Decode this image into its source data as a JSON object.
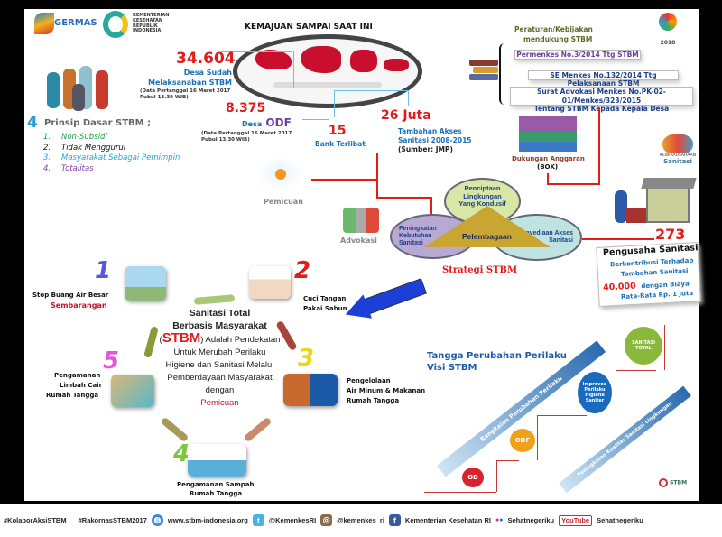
{
  "logos": {
    "germas": "GERMAS",
    "kemenkes": "KEMENTERIAN KESEHATAN REPUBLIK INDONESIA",
    "asian_games": "2018"
  },
  "map_title": "KEMAJUAN SAMPAI SAAT INI",
  "stats": {
    "desa_stbm": {
      "value": "34.604",
      "label1": "Desa Sudah",
      "label2": "Melaksanaban STBM",
      "note1": "(Data Pertanggal 16 Maret 2017",
      "note2": "Pubul 13.30 WIB)"
    },
    "desa_odf": {
      "value": "8.375",
      "label_prefix": "Desa",
      "label": "ODF",
      "note1": "(Data Pertanggal 16 Maret 2017",
      "note2": "Pubul 13.30 WIB)"
    },
    "bank": {
      "value": "15",
      "label": "Bank Terlibat"
    },
    "akses": {
      "value": "26 Juta",
      "label1": "Tambahan Akses",
      "label2": "Sanitasi 2008-2015",
      "source": "(Sumber: JMP)"
    }
  },
  "prinsip": {
    "number": "4",
    "title": "Prinsip Dasar STBM ;",
    "items": [
      {
        "n": "1.",
        "text": "Non-Subsidi",
        "color": "#1ea24a"
      },
      {
        "n": "2.",
        "text": "Tidak Menggurui",
        "color": "#111111"
      },
      {
        "n": "3.",
        "text": "Masyarakat Sebagai Pemimpin",
        "color": "#2aa3d8"
      },
      {
        "n": "4.",
        "text": "Totalitas",
        "color": "#7a3fa0"
      }
    ]
  },
  "regulasi": {
    "title1": "Peraturan/Kebijakan",
    "title2": "mendukung STBM",
    "items": [
      "Permenkes No.3/2014 Ttg STBM",
      "SE Menkes No.132/2014 Ttg Pelaksanaan STBM",
      "Surat Advokasi Menkes No.PK-02-01/Menkes/323/2015",
      "Tentang STBM Kepada Kepala Desa"
    ]
  },
  "anggaran": {
    "label": "Dukungan Anggaran",
    "sub": "(BOK)"
  },
  "pemicuan": "Pemicuan",
  "advokasi": "Advokasi",
  "strategi": {
    "top": "Penciptaan Lingkungan Yang Kondusif",
    "left": "Peningkatan Kebutuhan Sanitasi",
    "right": "Penyediaan Akses Sanitasi",
    "center": "Pelembagaan",
    "title": "Strategi STBM"
  },
  "wirausaha": {
    "logo1": "KEWIRAUSAHAAN",
    "logo2": "Sanitasi",
    "value": "273",
    "title": "Pengusaha Sanitasi",
    "l1": "Berkontribusi Terhadap",
    "l2": "Tambahan Sanitasi",
    "value2": "40.000",
    "l3": "dengan Biaya",
    "l4": "Rata-Rata Rp. 1 Juta"
  },
  "pilar": [
    {
      "n": "1",
      "label1": "Stop Buang Air Besar",
      "label2": "Sembarangan"
    },
    {
      "n": "2",
      "label1": "Cuci Tangan",
      "label2": "Pakai Sabun"
    },
    {
      "n": "3",
      "label1": "Pengelolaan",
      "label2": "Air Minum & Makanan",
      "label3": "Rumah Tangga"
    },
    {
      "n": "4",
      "label1": "Pengamanan Sampah",
      "label2": "Rumah Tangga"
    },
    {
      "n": "5",
      "label1": "Pengamanan",
      "label2": "Limbah Cair",
      "label3": "Rumah Tangga"
    }
  ],
  "definisi": {
    "t1": "Sanitasi Total",
    "t2": "Berbasis Masyarakat",
    "open": "(",
    "stbm": "STBM",
    "rest": ") Adalah Pendekatan Untuk Merubah Perilaku Higiene dan Sanitasi Melalui Pemberdayaan Masyarakat dengan",
    "pemicuan": "Pemicuan"
  },
  "tangga": {
    "title1": "Tangga Perubahan Perilaku",
    "title2": "Visi STBM",
    "arrow1": "Rangkaian Perubahan Perilaku",
    "arrow2": "Peningkatan Kualitas Sanitasi Lingkungan",
    "steps": [
      "OD",
      "ODF",
      "Improved Perilaku Higiene Saniter",
      "SANITASI TOTAL"
    ],
    "stbm_logo": "STBM"
  },
  "footer": [
    "#KolaborAksiSTBM",
    "#RakornasSTBM2017",
    "www.stbm-indonesia.org",
    "@KemenkesRI",
    "@kemenkes_ri",
    "Kementerian Kesehatan RI",
    "Sehatnegeriku",
    "Sehatnegeriku"
  ],
  "footer_youtube": "YouTube"
}
